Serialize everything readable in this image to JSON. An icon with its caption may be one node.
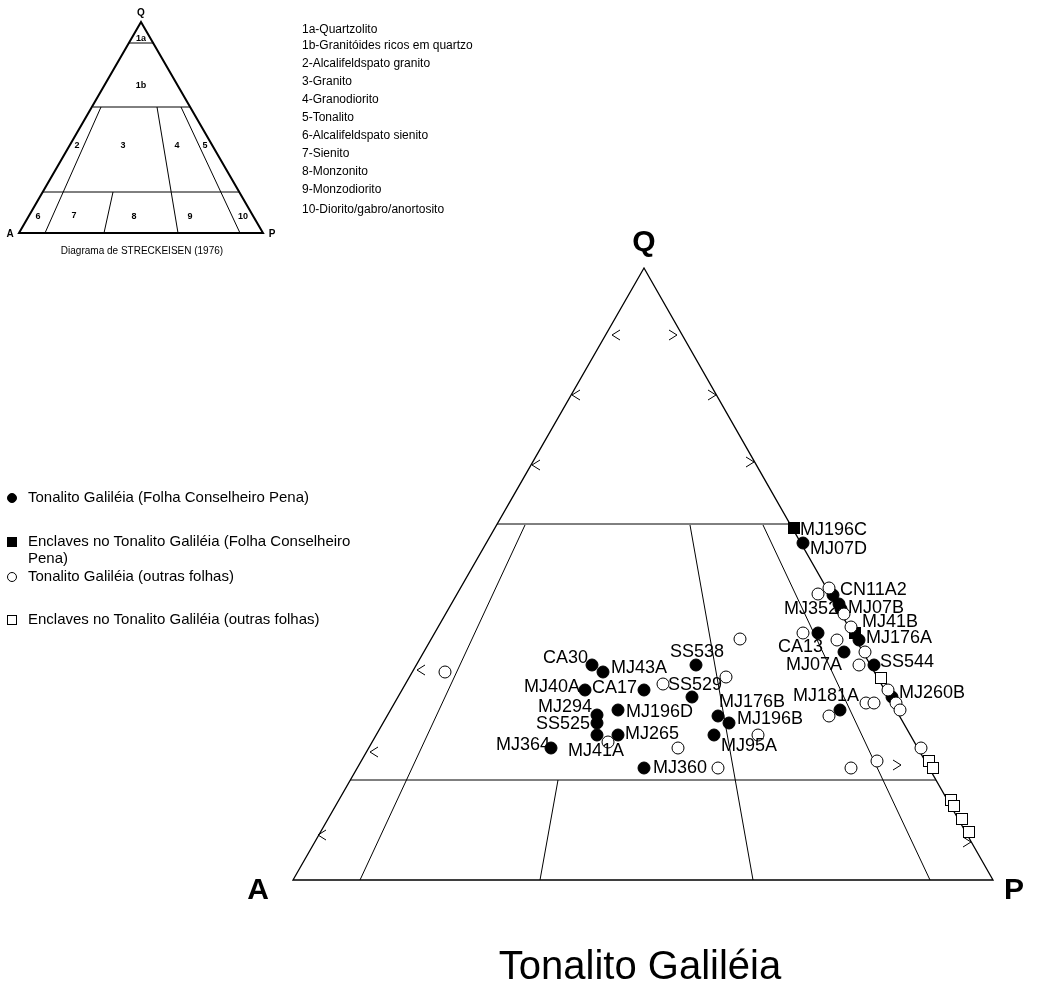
{
  "diagram": {
    "title": "Tonalito Galiléia",
    "labels": [
      "Q",
      "1a",
      "1b",
      "2",
      "3",
      "4",
      "5",
      "6",
      "7",
      "8",
      "9",
      "10",
      "A",
      "P",
      "Diagrama de STRECKEISEN (1976)",
      "1a-Quartzolito",
      "1b-Granitóides ricos em quartzo",
      "2-Alcalifeldspato granito",
      "3-Granito",
      "4-Granodiorito",
      "5-Tonalito",
      "6-Alcalifeldspato sienito",
      "7-Sienito",
      "8-Monzonito",
      "9-Monzodiorito",
      "10-Diorito/gabro/anortosito",
      "Q",
      "MJ196C",
      "MJ07D",
      "CN11A2",
      "MJ352",
      "MJ07B",
      "MJ41B",
      "MJ176A",
      "SS538",
      "CA13",
      "CA30",
      "MJ43A",
      "MJ07A",
      "SS544",
      "MJ40A",
      "CA17",
      "SS529",
      "MJ181A",
      "MJ260B",
      "MJ294",
      "MJ196D",
      "MJ176B",
      "SS525",
      "MJ265",
      "MJ196B",
      "MJ364",
      "MJ41A",
      "MJ95A",
      "MJ360",
      "A",
      "P"
    ],
    "legend": [
      {
        "text": "Tonalito Galiléia (Folha Conselheiro Pena)"
      },
      {
        "text": "Enclaves no Tonalito Galiléia (Folha Conselheiro Pena)"
      },
      {
        "text": "Tonalito Galiléia (outras folhas)"
      },
      {
        "text": "Enclaves no Tonalito Galiléia (outras folhas)"
      }
    ]
  }
}
